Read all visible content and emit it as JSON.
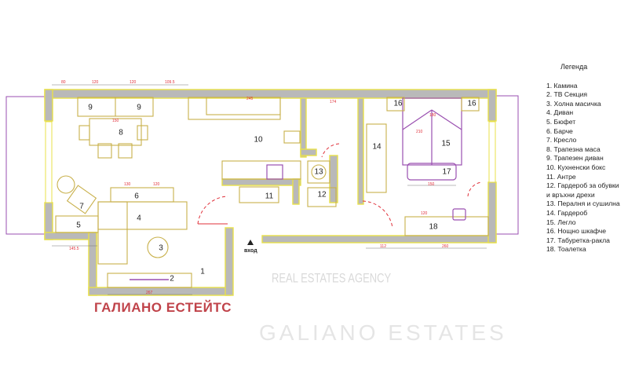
{
  "legend": {
    "title": "Легенда",
    "items": [
      "1. Камина",
      "2. ТВ Секция",
      "3. Холна масичка",
      "4. Диван",
      "5. Бюфет",
      "6. Барче",
      "7. Кресло",
      "8. Трапезна маса",
      "9. Трапезен диван",
      "10. Кухненски бокс",
      "11. Антре",
      "12. Гардероб за обувки",
      "и връхни дрехи",
      "13. Пералня и сушилна",
      "14. Гардероб",
      "15. Легло",
      "16. Нощно шкафче",
      "17. Табуретка-ракла",
      "18. Тоалетка"
    ]
  },
  "room_numbers": {
    "n1": "1",
    "n2": "2",
    "n3": "3",
    "n4": "4",
    "n5": "5",
    "n6": "6",
    "n7": "7",
    "n8": "8",
    "n9a": "9",
    "n9b": "9",
    "n10": "10",
    "n11": "11",
    "n12": "12",
    "n13": "13",
    "n14": "14",
    "n15": "15",
    "n16a": "16",
    "n16b": "16",
    "n17": "17",
    "n18": "18"
  },
  "dimensions": {
    "top": [
      "80",
      "120",
      "120",
      "109.5"
    ],
    "d150": "150",
    "d130": "130",
    "d1": "130",
    "d2": "120",
    "d145": "145.5",
    "d174": "174",
    "d245": "245",
    "d150b": "150",
    "d120": "120",
    "d260": "260",
    "d112": "112",
    "d267": "267",
    "d210": "210",
    "d180": "180"
  },
  "labels": {
    "entrance": "вход",
    "watermark_ru": "ГАЛИАНО ЕСТЕЙТС",
    "watermark_en": "GALIANO ESTATES",
    "watermark_agency": "REAL ESTATES AGENCY"
  },
  "colors": {
    "wall": "#b9b9b9",
    "wall_outline": "#e8e04a",
    "furniture": "#c8b04a",
    "dimension": "#e0303a",
    "accent": "#9a4fb0"
  }
}
